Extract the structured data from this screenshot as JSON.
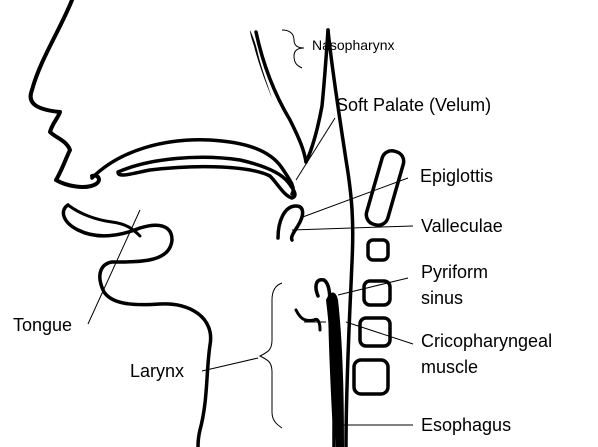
{
  "labels": {
    "nasopharynx": "Nasopharynx",
    "soft_palate": "Soft Palate (Velum)",
    "epiglottis": "Epiglottis",
    "valleculae": "Valleculae",
    "pyriform_1": "Pyriform",
    "pyriform_2": "sinus",
    "cricopharyngeal_1": "Cricopharyngeal",
    "cricopharyngeal_2": "muscle",
    "esophagus": "Esophagus",
    "tongue": "Tongue",
    "larynx": "Larynx"
  },
  "colors": {
    "ink": "#000000",
    "background": "#ffffff"
  }
}
